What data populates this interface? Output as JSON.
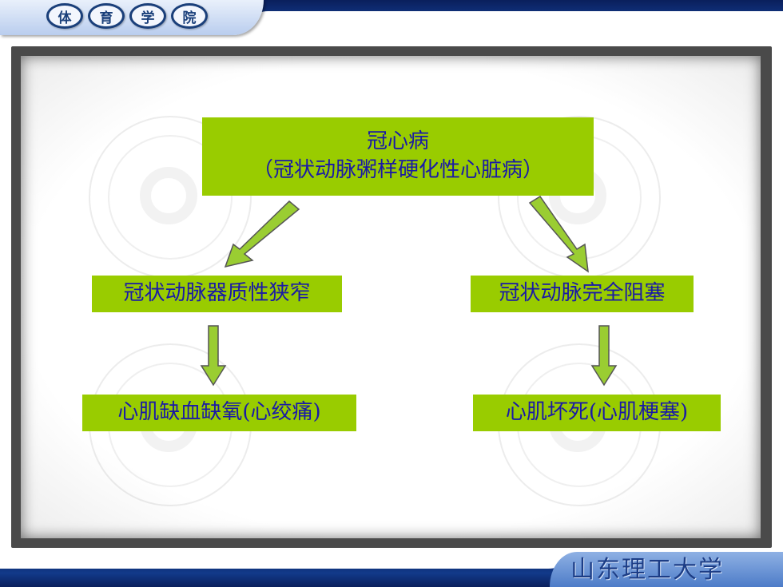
{
  "header": {
    "badges": [
      "体",
      "育",
      "学",
      "院"
    ]
  },
  "diagram": {
    "root": {
      "line1": "冠心病",
      "line2": "（冠状动脉粥样硬化性心脏病）"
    },
    "left_mid": "冠状动脉器质性狭窄",
    "right_mid": "冠状动脉完全阻塞",
    "left_bottom": "心肌缺血缺氧(心绞痛)",
    "right_bottom": "心肌坏死(心肌梗塞)"
  },
  "footer": {
    "university_name": "山东理工大学"
  },
  "colors": {
    "box_fill": "#99cc00",
    "box_text": "#1a1aa6",
    "arrow_fill": "#9acd32",
    "arrow_stroke": "#555555",
    "banner_navy": "#123a8a"
  }
}
